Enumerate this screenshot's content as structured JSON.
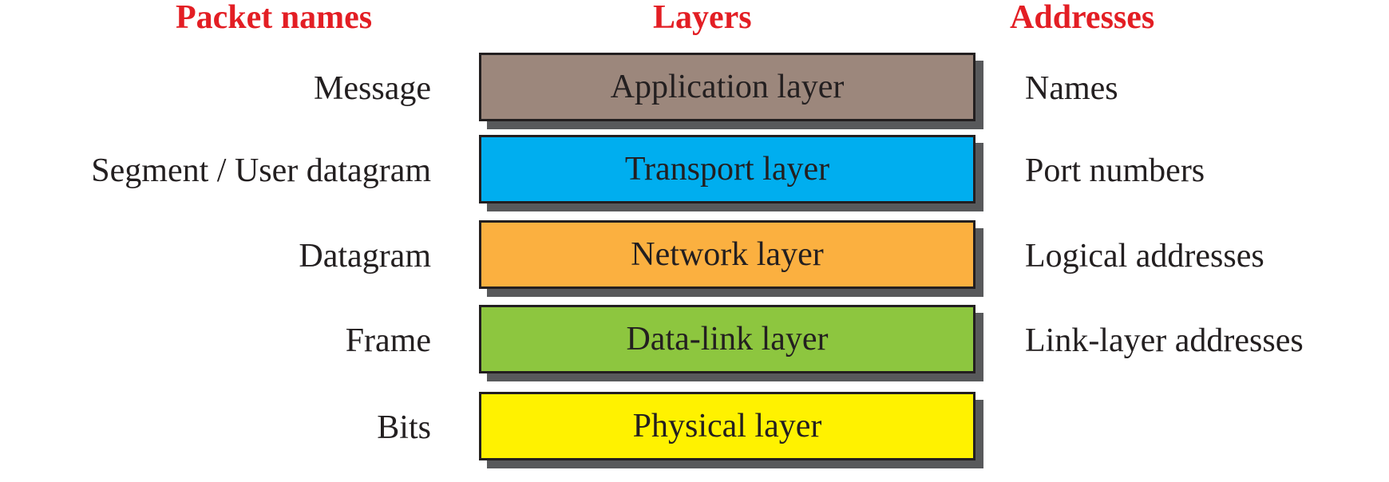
{
  "headings": {
    "packet_names": "Packet names",
    "layers": "Layers",
    "addresses": "Addresses"
  },
  "rows": [
    {
      "packet": "Message",
      "layer": "Application layer",
      "address": "Names",
      "color": "#9c877c"
    },
    {
      "packet": "Segment / User datagram",
      "layer": "Transport layer",
      "address": "Port numbers",
      "color": "#00aeef"
    },
    {
      "packet": "Datagram",
      "layer": "Network layer",
      "address": "Logical addresses",
      "color": "#fbb040"
    },
    {
      "packet": "Frame",
      "layer": "Data-link layer",
      "address": "Link-layer addresses",
      "color": "#8dc63f"
    },
    {
      "packet": "Bits",
      "layer": "Physical layer",
      "address": "",
      "color": "#fff200"
    }
  ],
  "colors": {
    "heading": "#e31e24",
    "text": "#231f20",
    "box_shadow": "#58595b"
  }
}
